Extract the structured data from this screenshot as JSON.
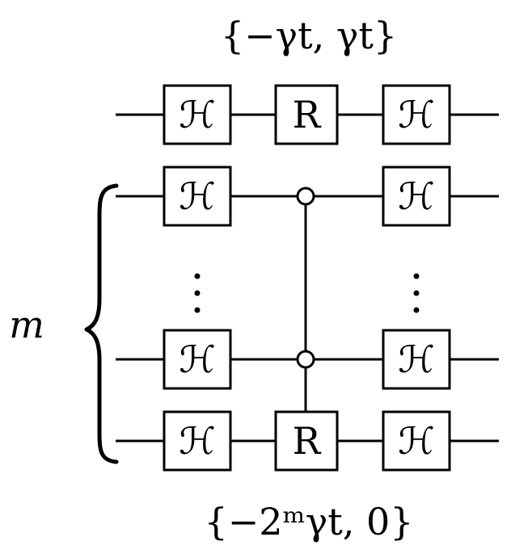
{
  "top_label": "{−γt, γt}",
  "bottom_label": "{−2ᵐγt, 0}",
  "register_label": "m",
  "gates": {
    "hadamard": "ℋ",
    "rotation": "R"
  }
}
